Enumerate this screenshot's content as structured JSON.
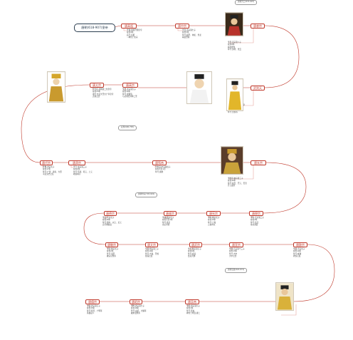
{
  "title": "唐朝(618-907)皇帝",
  "emperors": [
    {
      "id": "gaozu",
      "name": "唐高祖",
      "notes": [
        "李渊,唐朝开国皇帝",
        "在位9年",
        "庙号:高祖",
        "...禅位于太宗"
      ],
      "tag": ""
    },
    {
      "id": "taizong",
      "name": "唐太宗",
      "notes": [
        "李世民,唐朝第二位皇帝",
        "在位23年",
        "谥号:文武大圣大广孝皇帝",
        "贞观之治"
      ],
      "tag": ""
    },
    {
      "id": "gaozong",
      "name": "唐高宗",
      "notes": [
        "李治,太宗第九子",
        "在位34年",
        "年号:永徽等",
        "与武则天并称二圣"
      ],
      "tag": "唐高宗"
    },
    {
      "id": "zhongzong",
      "name": "唐中宗",
      "notes": [
        "李显,高宗第七子",
        "在位5年",
        "年号:嗣圣、神龙、景龙",
        "两度登基"
      ],
      "tag": ""
    },
    {
      "id": "ruizong",
      "name": "唐睿宗",
      "notes": [
        "李旦,高宗第八子",
        "在位8年",
        "两次即位",
        "年号:文明、景云"
      ],
      "tag": ""
    },
    {
      "id": "wuzetian",
      "name": "武则天",
      "notes": [
        "武曌,中国唯一女皇帝",
        "在位15年",
        "国号:周",
        "年号:天授等"
      ],
      "tag": "武则天"
    },
    {
      "id": "shangdi",
      "name": "唐殇帝",
      "notes": [
        "李重茂,中宗第四子",
        "在位不足1月",
        "年号:唐隆"
      ],
      "tag": "唐殇帝"
    },
    {
      "id": "xuanzong",
      "name": "唐玄宗",
      "notes": [
        "李隆基,睿宗第三子",
        "在位44年",
        "年号:先天、开元、天宝",
        "开元盛世"
      ],
      "tag": ""
    },
    {
      "id": "suzong",
      "name": "唐肃宗",
      "notes": [
        "李亨,玄宗第三子",
        "在位6年",
        "年号:至德、乾元、上元",
        "收复两京"
      ],
      "tag": ""
    },
    {
      "id": "daizong",
      "name": "唐代宗",
      "notes": [
        "李豫,肃宗长子",
        "在位17年",
        "年号:广德、永泰、大历",
        "平定安史之乱"
      ],
      "tag": ""
    },
    {
      "id": "dezong",
      "name": "唐德宗",
      "notes": [
        "李适,代宗长子",
        "在位26年",
        "年号:建中、兴元、贞元",
        "实行两税法"
      ],
      "tag": ""
    },
    {
      "id": "shunzong",
      "name": "唐顺宗",
      "notes": [
        "李诵,德宗长子",
        "在位不足1年",
        "年号:永贞",
        "永贞革新"
      ],
      "tag": ""
    },
    {
      "id": "xianzong",
      "name": "唐宪宗",
      "notes": [
        "李纯,顺宗长子",
        "在位15年",
        "年号:元和",
        "元和中兴"
      ],
      "tag": ""
    },
    {
      "id": "muzong",
      "name": "唐穆宗",
      "notes": [
        "李恒,宪宗第三子",
        "在位4年",
        "年号:长庆",
        "性好游宴"
      ],
      "tag": ""
    },
    {
      "id": "jingzong",
      "name": "唐敬宗",
      "notes": [
        "李湛,穆宗长子",
        "在位2年",
        "年号:宝历",
        "被宦官所杀"
      ],
      "tag": ""
    },
    {
      "id": "wenzong",
      "name": "唐文宗",
      "notes": [
        "李昂,穆宗第二子",
        "在位14年",
        "年号:大和、开成",
        "甘露之变"
      ],
      "tag": ""
    },
    {
      "id": "wuzong",
      "name": "唐武宗",
      "notes": [
        "李炎,穆宗第五子",
        "在位6年",
        "年号:会昌",
        "会昌灭佛"
      ],
      "tag": ""
    },
    {
      "id": "xuanzong2",
      "name": "唐宣宗",
      "notes": [
        "李忱,宪宗第十三子",
        "在位13年",
        "年号:大中",
        "大中之治"
      ],
      "tag": ""
    },
    {
      "id": "yizong",
      "name": "唐懿宗",
      "notes": [
        "李漼,宣宗长子",
        "在位14年",
        "年号:咸通",
        "奢侈无度"
      ],
      "tag": ""
    },
    {
      "id": "xizong",
      "name": "唐僖宗",
      "notes": [
        "李儇,懿宗第五子",
        "在位15年",
        "年号:乾符、广明等",
        "黄巢起义"
      ],
      "tag": ""
    },
    {
      "id": "zhaozong",
      "name": "唐昭宗",
      "notes": [
        "李晔,懿宗第七子",
        "在位16年",
        "年号:龙纪、大顺等",
        "被朱温所杀"
      ],
      "tag": ""
    },
    {
      "id": "aidi",
      "name": "唐哀帝",
      "notes": [
        "李柷,昭宗第九子",
        "在位3年",
        "年号:天祐",
        "禅位于朱温,唐亡"
      ],
      "tag": "唐哀帝"
    }
  ],
  "pills": [
    "武周(690-705)",
    "唐朝中兴(705-820)",
    "唐朝衰落(820-874)",
    "唐朝灭亡(874-907)"
  ]
}
